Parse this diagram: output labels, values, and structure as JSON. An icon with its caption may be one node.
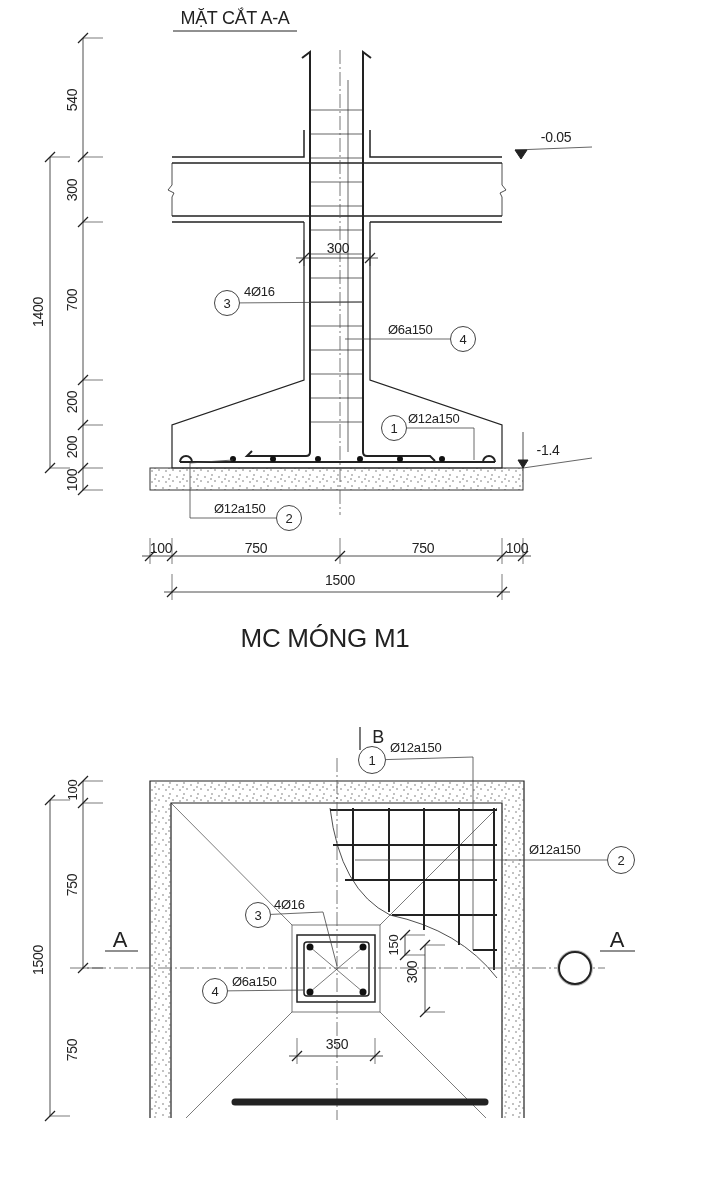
{
  "diagram": {
    "nodes": [
      {
        "text": [
          "3"
        ],
        "beside": [
          "4Ø16"
        ]
      },
      {
        "text": [
          "4"
        ],
        "beside": [
          "Ø6a150"
        ]
      },
      {
        "text": [
          "1"
        ],
        "beside": [
          "Ø12a150"
        ]
      },
      {
        "text": [
          "2"
        ],
        "beside": [
          "Ø12a150"
        ]
      },
      {
        "text": [
          "1"
        ],
        "beside": [
          "Ø12a150"
        ]
      },
      {
        "text": [
          "2"
        ],
        "beside": [
          "Ø12a150"
        ]
      },
      {
        "text": [
          "3"
        ],
        "beside": [
          "4Ø16"
        ]
      },
      {
        "text": [
          "4"
        ],
        "beside": [
          "Ø6a150"
        ]
      },
      {
        "text": [],
        "shape": "circle"
      }
    ],
    "edges": [
      {
        "from": 0,
        "to": null,
        "arrow": "none"
      },
      {
        "from": 1,
        "to": null,
        "arrow": "none"
      },
      {
        "from": 2,
        "to": null,
        "arrow": "none"
      },
      {
        "from": 3,
        "to": null,
        "arrow": "none"
      },
      {
        "from": 4,
        "to": null,
        "arrow": "none"
      },
      {
        "from": 5,
        "to": null,
        "arrow": "none"
      },
      {
        "from": 6,
        "to": null,
        "arrow": "none"
      },
      {
        "from": 7,
        "to": null,
        "arrow": "none"
      }
    ],
    "labels": [
      "MẶT CẮT A-A",
      "540",
      "-0.05",
      "300",
      "300",
      "700",
      "1400",
      "200",
      "-1.4",
      "200",
      "100",
      "100",
      "750",
      "750",
      "100",
      "1500",
      "MC MÓNG M1",
      "B",
      "100",
      "750",
      "A",
      "150",
      "A",
      "1500",
      "300",
      "750",
      "350"
    ]
  }
}
